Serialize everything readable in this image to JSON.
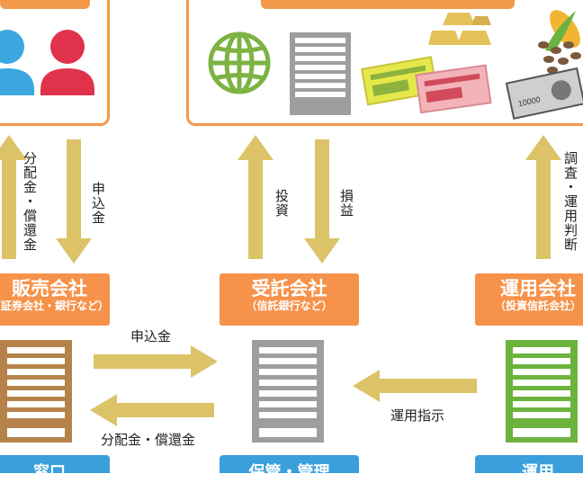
{
  "boxes": {
    "sales": {
      "title": "販売会社",
      "sub": "（証券会社・銀行など）"
    },
    "trust": {
      "title": "受託会社",
      "sub": "（信託銀行など）"
    },
    "mgmt": {
      "title": "運用会社",
      "sub": "（投資信託会社）"
    }
  },
  "arrow_labels": {
    "distribution": "分配金・償還金",
    "application": "申込金",
    "investment": "投資",
    "profit": "損益",
    "research": "調査・運用判断",
    "application_h": "申込金",
    "distribution_h": "分配金・償還金",
    "instruction": "運用指示"
  },
  "bottom_tabs": {
    "left": "窓口",
    "center": "保管・管理",
    "right": "運用"
  },
  "banknote": {
    "value": "10000"
  },
  "colors": {
    "orange": "#f6924a",
    "arrow": "#dcc368",
    "blue": "#3aa0dc",
    "green": "#6cb33e"
  }
}
